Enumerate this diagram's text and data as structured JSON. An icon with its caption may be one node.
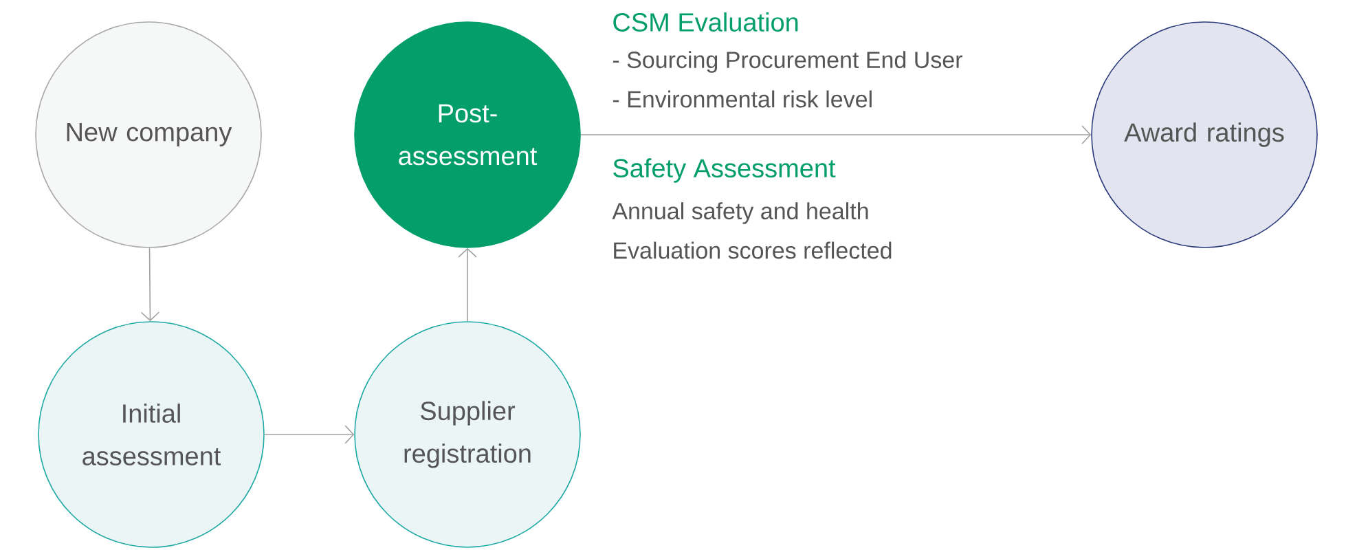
{
  "diagram": {
    "nodes": [
      {
        "text": [
          "New company"
        ]
      },
      {
        "text": [
          "Initial assessment"
        ]
      },
      {
        "text": [
          "Supplier registration"
        ]
      },
      {
        "text": [
          "Post-assessment"
        ]
      },
      {
        "text": [
          "Award ratings"
        ]
      }
    ],
    "edges": [
      {
        "from": 0,
        "to": 1,
        "arrow": "to"
      },
      {
        "from": 1,
        "to": 2,
        "arrow": "to"
      },
      {
        "from": 2,
        "to": 3,
        "arrow": "to"
      },
      {
        "from": 3,
        "to": 4,
        "arrow": "to"
      }
    ],
    "labels": [
      "CSM Evaluation",
      "- Sourcing Procurement End User",
      "- Environmental risk level",
      "Safety Assessment",
      "Annual safety and health",
      "Evaluation scores reflected"
    ]
  }
}
